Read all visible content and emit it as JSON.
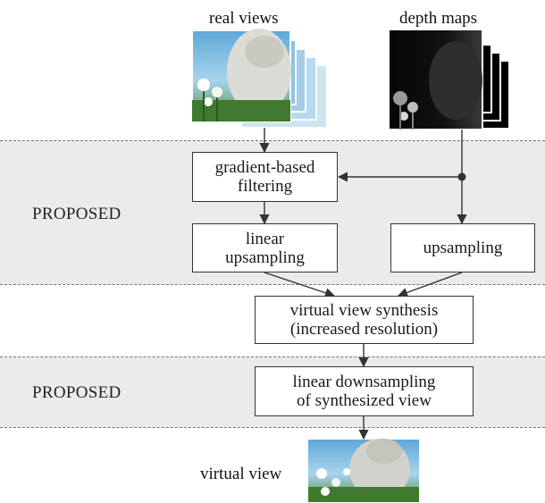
{
  "inputs": {
    "real_views_label": "real views",
    "depth_maps_label": "depth maps"
  },
  "bands": [
    {
      "label": "PROPOSED"
    },
    {
      "label": "PROPOSED"
    }
  ],
  "boxes": {
    "gradient_filtering": "gradient-based\nfiltering",
    "linear_upsampling": "linear\nupsampling",
    "depth_upsampling": "upsampling",
    "view_synthesis": "virtual view synthesis\n(increased resolution)",
    "downsampling": "linear downsampling\nof synthesized view"
  },
  "output": {
    "virtual_view_label": "virtual view"
  }
}
